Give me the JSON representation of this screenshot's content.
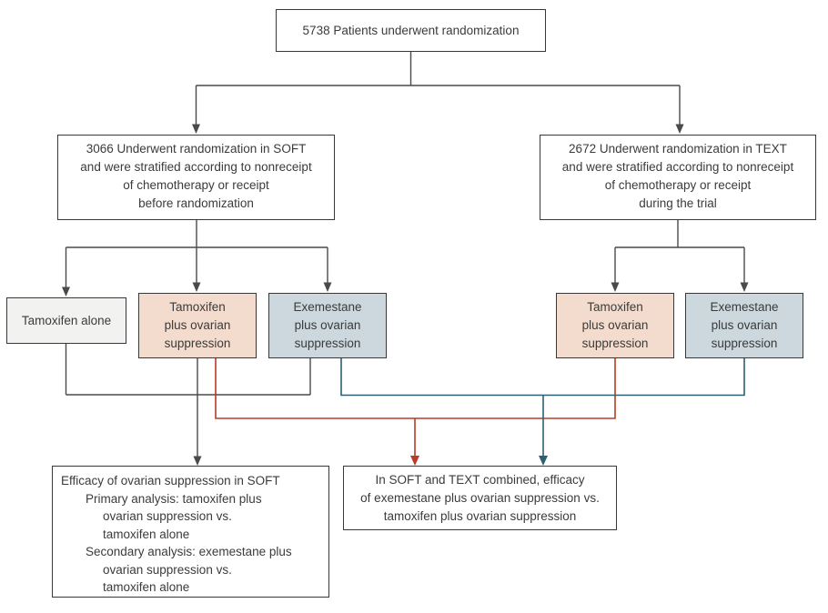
{
  "colors": {
    "line_dark": "#4a4a4a",
    "accent_red": "#b93b28",
    "accent_teal": "#2d6171",
    "box_pink": "#f3dccd",
    "box_blue": "#ccd7de",
    "box_gray": "#f2f2f0",
    "border_dark": "#383838",
    "text": "#3b3b3b"
  },
  "boxes": {
    "randomization": {
      "text": "5738 Patients underwent randomization"
    },
    "soft": {
      "lines": [
        "3066 Underwent randomization in SOFT",
        "and were stratified according to nonreceipt",
        "of chemotherapy or receipt",
        "before randomization"
      ]
    },
    "text_trial": {
      "lines": [
        "2672 Underwent randomization in TEXT",
        "and were stratified according to nonreceipt",
        "of chemotherapy or receipt",
        "during the trial"
      ]
    },
    "tamoxifen_alone": {
      "text": "Tamoxifen alone"
    },
    "tamoxifen_os_soft": {
      "lines": [
        "Tamoxifen",
        "plus ovarian",
        "suppression"
      ]
    },
    "exemestane_os_soft": {
      "lines": [
        "Exemestane",
        "plus ovarian",
        "suppression"
      ]
    },
    "tamoxifen_os_text": {
      "lines": [
        "Tamoxifen",
        "plus ovarian",
        "suppression"
      ]
    },
    "exemestane_os_text": {
      "lines": [
        "Exemestane",
        "plus ovarian",
        "suppression"
      ]
    },
    "soft_analysis": {
      "lines": [
        "Efficacy of ovarian suppression in SOFT",
        "Primary analysis: tamoxifen plus",
        "ovarian suppression vs.",
        "tamoxifen alone",
        "Secondary analysis: exemestane plus",
        "ovarian suppression vs.",
        "tamoxifen alone"
      ]
    },
    "combined_analysis": {
      "lines": [
        "In SOFT and TEXT combined, efficacy",
        "of exemestane plus ovarian suppression vs.",
        "tamoxifen plus ovarian suppression"
      ]
    }
  }
}
